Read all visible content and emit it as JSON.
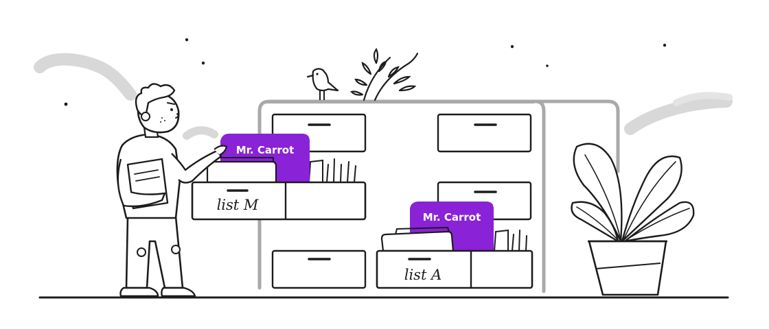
{
  "scene": {
    "folder_tab_left": "Mr. Carrot",
    "folder_tab_right": "Mr. Carrot",
    "drawer_label_left": "list M",
    "drawer_label_right": "list A"
  },
  "colors": {
    "accent": "#8a22d8",
    "ink": "#1c1c1c",
    "cabinet_frame": "#a9a9a9",
    "doodle_gray": "#d8d8d8"
  },
  "icons": {
    "bird": "bird-icon",
    "plant": "potted-plant-icon",
    "fern": "fern-icon",
    "person": "person-icon"
  }
}
